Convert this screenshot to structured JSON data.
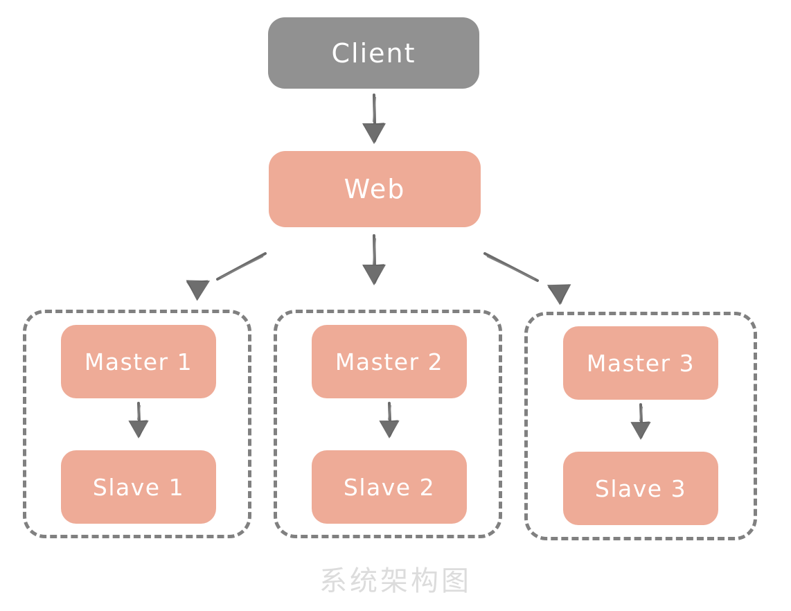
{
  "diagram": {
    "caption": "系统架构图",
    "background_color": "#ffffff",
    "colors": {
      "client_fill": "#919191",
      "service_fill": "#eeab97",
      "group_border": "#808080",
      "arrow": "#6b6b6b",
      "node_text": "#ffffff",
      "caption_text": "#dcdcdc"
    }
  },
  "nodes": {
    "client": {
      "label": "Client",
      "type": "client-node"
    },
    "web": {
      "label": "Web",
      "type": "service-node"
    },
    "master_1": {
      "label": "Master 1",
      "type": "service-node"
    },
    "slave_1": {
      "label": "Slave 1",
      "type": "service-node"
    },
    "master_2": {
      "label": "Master 2",
      "type": "service-node"
    },
    "slave_2": {
      "label": "Slave 2",
      "type": "service-node"
    },
    "master_3": {
      "label": "Master 3",
      "type": "service-node"
    },
    "slave_3": {
      "label": "Slave 3",
      "type": "service-node"
    }
  },
  "groups": [
    {
      "id": "group-1",
      "members": [
        "Master 1",
        "Slave 1"
      ]
    },
    {
      "id": "group-2",
      "members": [
        "Master 2",
        "Slave 2"
      ]
    },
    {
      "id": "group-3",
      "members": [
        "Master 3",
        "Slave 3"
      ]
    }
  ],
  "edges": [
    {
      "from": "Client",
      "to": "Web",
      "direction": "down"
    },
    {
      "from": "Web",
      "to": "Master 1",
      "direction": "down-left"
    },
    {
      "from": "Web",
      "to": "Master 2",
      "direction": "down"
    },
    {
      "from": "Web",
      "to": "Master 3",
      "direction": "down-right"
    },
    {
      "from": "Master 1",
      "to": "Slave 1",
      "direction": "down"
    },
    {
      "from": "Master 2",
      "to": "Slave 2",
      "direction": "down"
    },
    {
      "from": "Master 3",
      "to": "Slave 3",
      "direction": "down"
    }
  ]
}
